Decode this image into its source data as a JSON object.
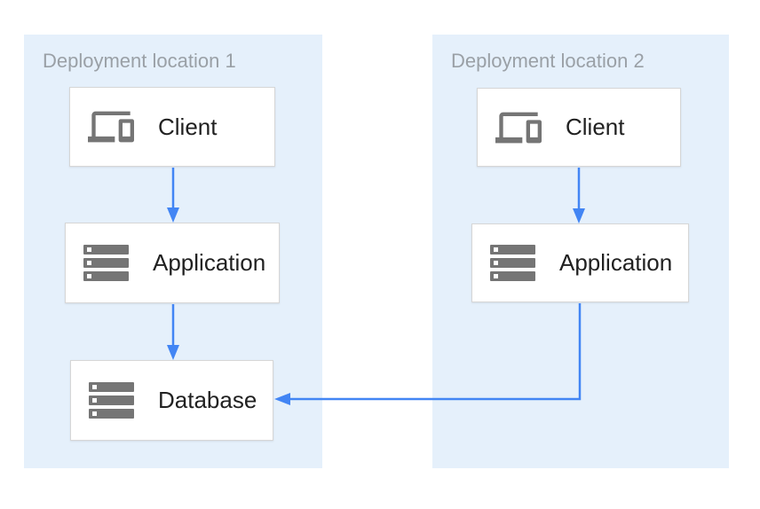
{
  "diagram": {
    "groups": [
      {
        "title": "Deployment location 1",
        "nodes": [
          {
            "id": "client-1",
            "label": "Client",
            "icon": "devices-icon"
          },
          {
            "id": "application-1",
            "label": "Application",
            "icon": "server-stack-icon"
          },
          {
            "id": "database-1",
            "label": "Database",
            "icon": "server-stack-icon"
          }
        ]
      },
      {
        "title": "Deployment location 2",
        "nodes": [
          {
            "id": "client-2",
            "label": "Client",
            "icon": "devices-icon"
          },
          {
            "id": "application-2",
            "label": "Application",
            "icon": "server-stack-icon"
          }
        ]
      }
    ],
    "edges": [
      {
        "from": "client-1",
        "to": "application-1"
      },
      {
        "from": "application-1",
        "to": "database-1"
      },
      {
        "from": "client-2",
        "to": "application-2"
      },
      {
        "from": "application-2",
        "to": "database-1"
      }
    ],
    "colors": {
      "panel_bg": "#E5F0FB",
      "box_bg": "#FFFFFF",
      "box_border": "#D6D6D6",
      "icon_gray": "#757575",
      "arrow_blue": "#4285F4",
      "title_gray": "#9AA0A6",
      "label_dark": "#212121"
    }
  }
}
